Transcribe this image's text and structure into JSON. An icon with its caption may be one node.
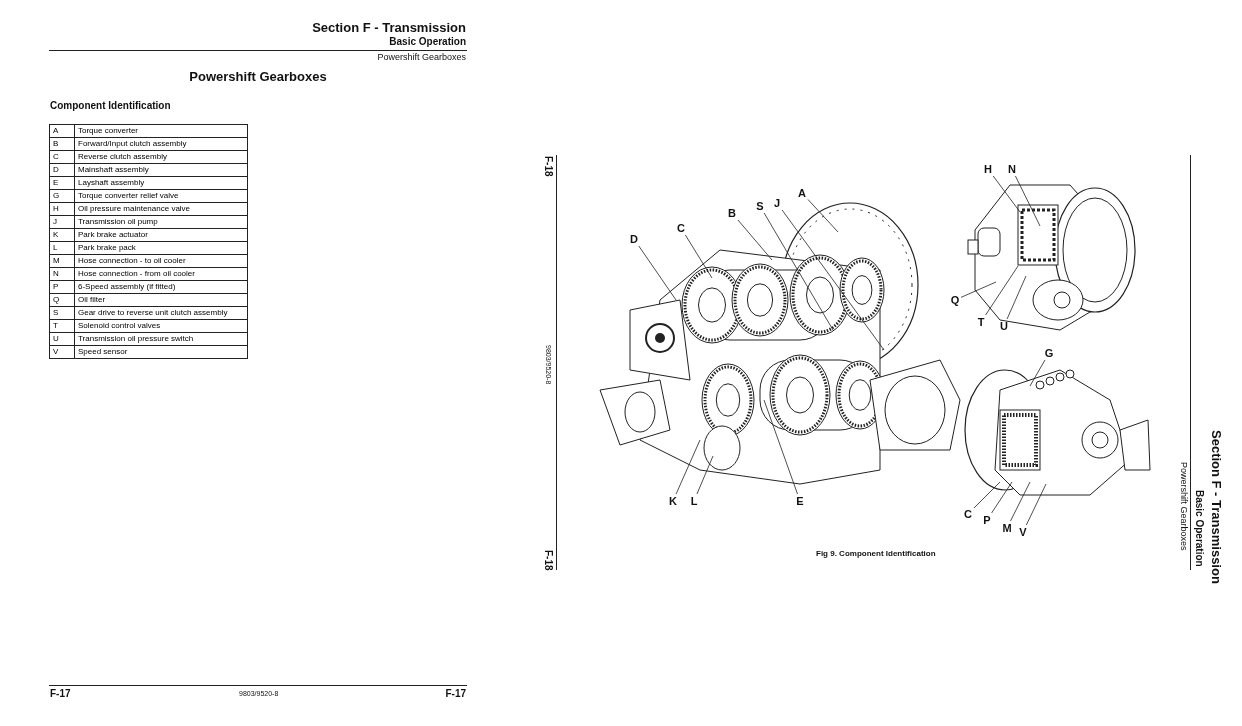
{
  "diagram": {
    "title": "Powershift Gearboxes",
    "caption": "Fig 9. Component Identification",
    "nodes": [
      {
        "text": [
          "D"
        ]
      },
      {
        "text": [
          "C"
        ]
      },
      {
        "text": [
          "B"
        ]
      },
      {
        "text": [
          "S"
        ]
      },
      {
        "text": [
          "J"
        ]
      },
      {
        "text": [
          "A"
        ]
      },
      {
        "text": [
          "K"
        ]
      },
      {
        "text": [
          "L"
        ]
      },
      {
        "text": [
          "E"
        ]
      },
      {
        "text": [
          "H"
        ]
      },
      {
        "text": [
          "N"
        ]
      },
      {
        "text": [
          "Q"
        ]
      },
      {
        "text": [
          "T"
        ]
      },
      {
        "text": [
          "U"
        ]
      },
      {
        "text": [
          "G"
        ]
      },
      {
        "text": [
          "C"
        ]
      },
      {
        "text": [
          "P"
        ]
      },
      {
        "text": [
          "M"
        ]
      },
      {
        "text": [
          "V"
        ]
      }
    ],
    "edges": [
      {
        "from": 0,
        "to": null,
        "arrow": "none"
      },
      {
        "from": 1,
        "to": null,
        "arrow": "none"
      },
      {
        "from": 2,
        "to": null,
        "arrow": "none"
      },
      {
        "from": 3,
        "to": null,
        "arrow": "none"
      },
      {
        "from": 4,
        "to": null,
        "arrow": "none"
      },
      {
        "from": 5,
        "to": null,
        "arrow": "none"
      },
      {
        "from": 6,
        "to": null,
        "arrow": "none"
      },
      {
        "from": 7,
        "to": null,
        "arrow": "none"
      },
      {
        "from": 8,
        "to": null,
        "arrow": "none"
      },
      {
        "from": 9,
        "to": null,
        "arrow": "none"
      },
      {
        "from": 10,
        "to": null,
        "arrow": "none"
      },
      {
        "from": 11,
        "to": null,
        "arrow": "none"
      },
      {
        "from": 12,
        "to": null,
        "arrow": "none"
      },
      {
        "from": 13,
        "to": null,
        "arrow": "none"
      },
      {
        "from": 14,
        "to": null,
        "arrow": "none"
      },
      {
        "from": 15,
        "to": null,
        "arrow": "none"
      },
      {
        "from": 16,
        "to": null,
        "arrow": "none"
      },
      {
        "from": 17,
        "to": null,
        "arrow": "none"
      },
      {
        "from": 18,
        "to": null,
        "arrow": "none"
      }
    ],
    "labels": [
      "Section F - Transmission",
      "Basic Operation",
      "Powershift Gearboxes",
      "Component Identification",
      "A",
      "Torque converter",
      "B",
      "Forward/Input clutch assembly",
      "C",
      "Reverse clutch assembly",
      "D",
      "Mainshaft assembly",
      "E",
      "Layshaft assembly",
      "G",
      "Torque converter relief valve",
      "H",
      "Oil pressure maintenance valve",
      "J",
      "Transmission oil pump",
      "K",
      "Park brake actuator",
      "L",
      "Park brake pack",
      "M",
      "Hose connection - to oil cooler",
      "N",
      "Hose connection - from oil cooler",
      "P",
      "6-Speed assembly (if fitted)",
      "Q",
      "Oil filter",
      "S",
      "Gear drive to reverse unit clutch assembly",
      "T",
      "Solenoid control valves",
      "U",
      "Transmission oil pressure switch",
      "V",
      "Speed sensor",
      "F-17",
      "9803/9520-8",
      "F-17",
      "F-18",
      "9803/9520-8",
      "F-18",
      "Powershift Gearboxes",
      "Basic Operation",
      "Section F - Transmission"
    ]
  }
}
